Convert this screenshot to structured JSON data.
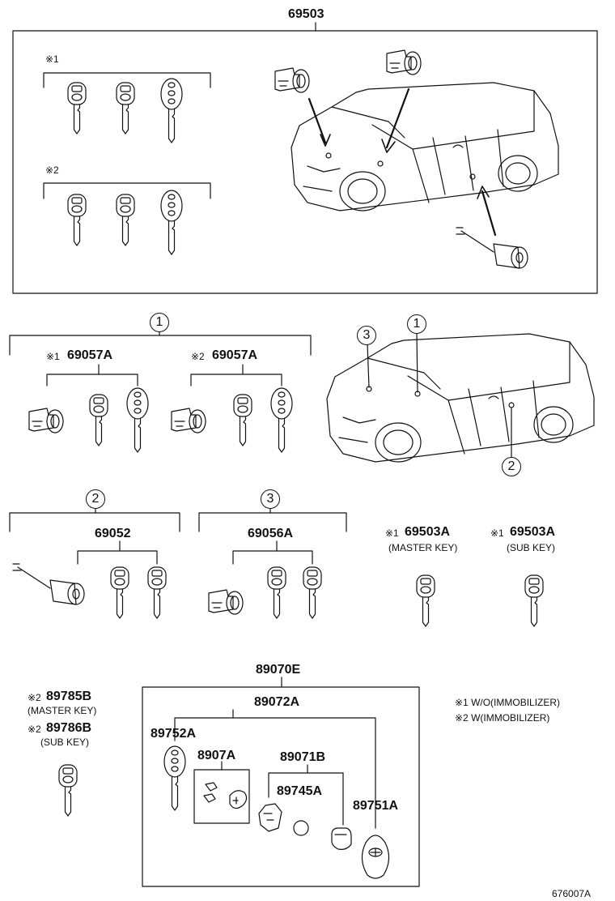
{
  "labels": {
    "top_part": "69503",
    "g1_a": "69057A",
    "g1_b": "69057A",
    "g2": "69052",
    "g3": "69056A",
    "master_part": "69503A",
    "master_sub": "(MASTER KEY)",
    "sub_part": "69503A",
    "sub_sub": "(SUB KEY)",
    "p89070": "89070E",
    "p89072": "89072A",
    "p89752": "89752A",
    "p8907": "8907A",
    "p89071": "89071B",
    "p89745": "89745A",
    "p89751": "89751A",
    "p89785": "89785B",
    "p89785_sub": "(MASTER KEY)",
    "p89786": "89786B",
    "p89786_sub": "(SUB KEY)",
    "code": "676007A"
  },
  "marks": {
    "m1": "※1",
    "m2": "※2"
  },
  "callouts": {
    "one": "1",
    "two": "2",
    "three": "3"
  },
  "legend": {
    "note1": "※1 W/O(IMMOBILIZER)",
    "note2": "※2 W(IMMOBILIZER)"
  }
}
